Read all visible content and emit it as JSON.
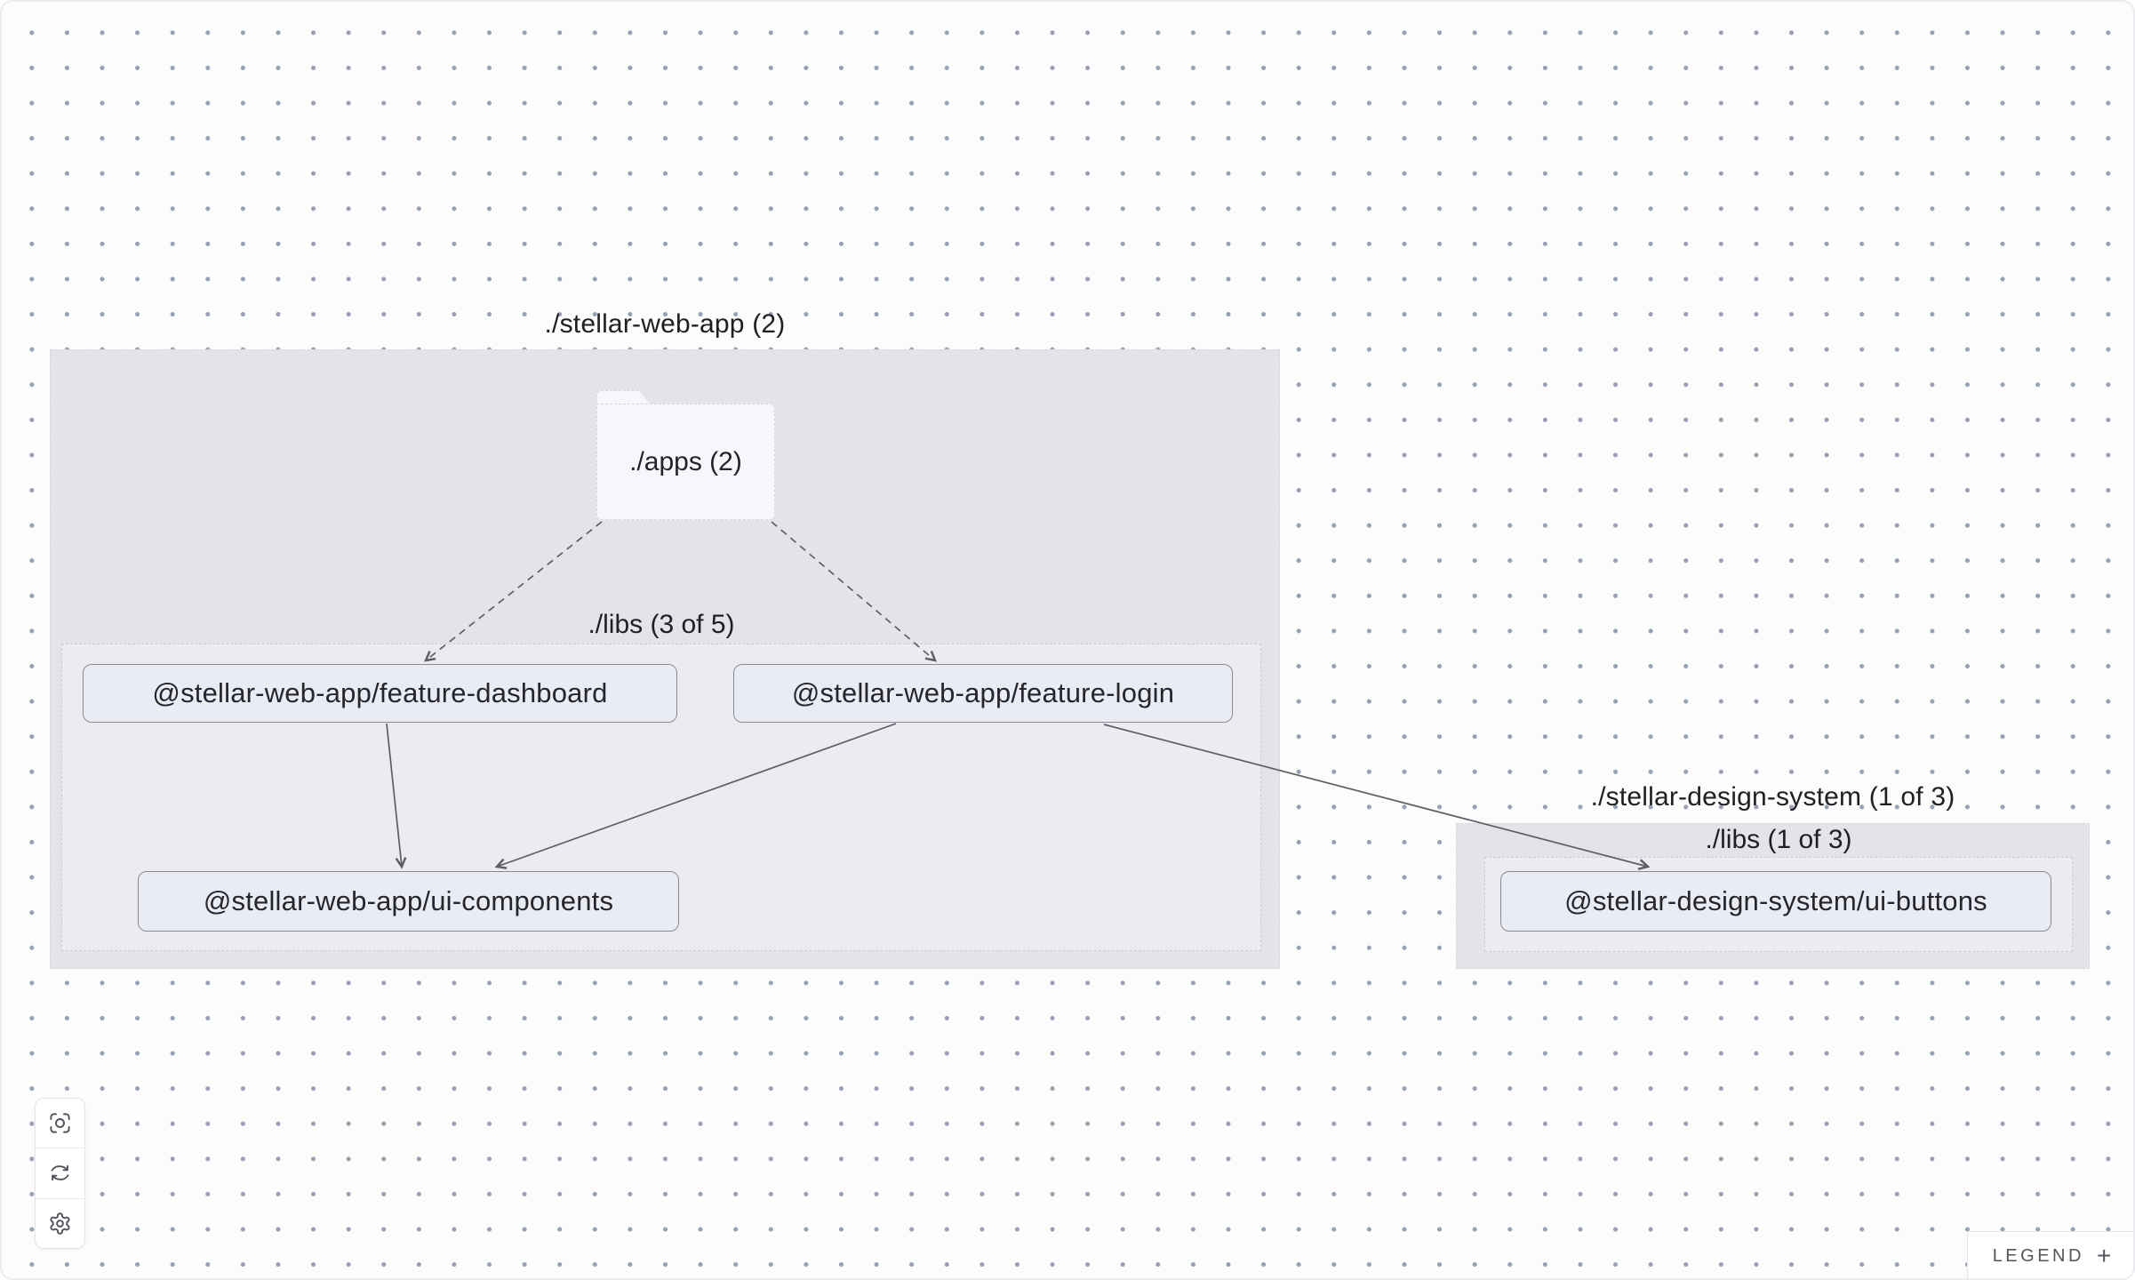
{
  "canvas": {
    "type": "dependency-graph"
  },
  "groups": [
    {
      "id": "stellar-web-app",
      "title": "./stellar-web-app (2)",
      "libs_label": "./libs (3 of 5)"
    },
    {
      "id": "stellar-design-system",
      "title": "./stellar-design-system (1 of 3)",
      "libs_label": "./libs (1 of 3)"
    }
  ],
  "folders": [
    {
      "id": "apps",
      "label": "./apps (2)"
    }
  ],
  "nodes": [
    {
      "id": "feature-dashboard",
      "label": "@stellar-web-app/feature-dashboard"
    },
    {
      "id": "feature-login",
      "label": "@stellar-web-app/feature-login"
    },
    {
      "id": "ui-components",
      "label": "@stellar-web-app/ui-components"
    },
    {
      "id": "ui-buttons",
      "label": "@stellar-design-system/ui-buttons"
    }
  ],
  "edges": [
    {
      "source": "./apps",
      "target": "@stellar-web-app/feature-dashboard",
      "style": "dashed"
    },
    {
      "source": "./apps",
      "target": "@stellar-web-app/feature-login",
      "style": "dashed"
    },
    {
      "source": "@stellar-web-app/feature-dashboard",
      "target": "@stellar-web-app/ui-components",
      "style": "solid"
    },
    {
      "source": "@stellar-web-app/feature-login",
      "target": "@stellar-web-app/ui-components",
      "style": "solid"
    },
    {
      "source": "@stellar-web-app/feature-login",
      "target": "@stellar-design-system/ui-buttons",
      "style": "solid"
    }
  ],
  "toolbar": {
    "buttons": [
      {
        "name": "focus",
        "icon": "focus-icon"
      },
      {
        "name": "refresh",
        "icon": "refresh-icon"
      },
      {
        "name": "settings",
        "icon": "gear-icon"
      }
    ]
  },
  "legend": {
    "label": "LEGEND",
    "expand_symbol": "+"
  },
  "colors": {
    "canvas_bg": "#FCFCFD",
    "dot": "#97A1B3",
    "group_fill": "#E5E3E9",
    "node_fill": "#E9ECF5",
    "node_border": "#8B8B94",
    "edge": "#5E5E66",
    "text": "#232328",
    "icon": "#52525B"
  }
}
